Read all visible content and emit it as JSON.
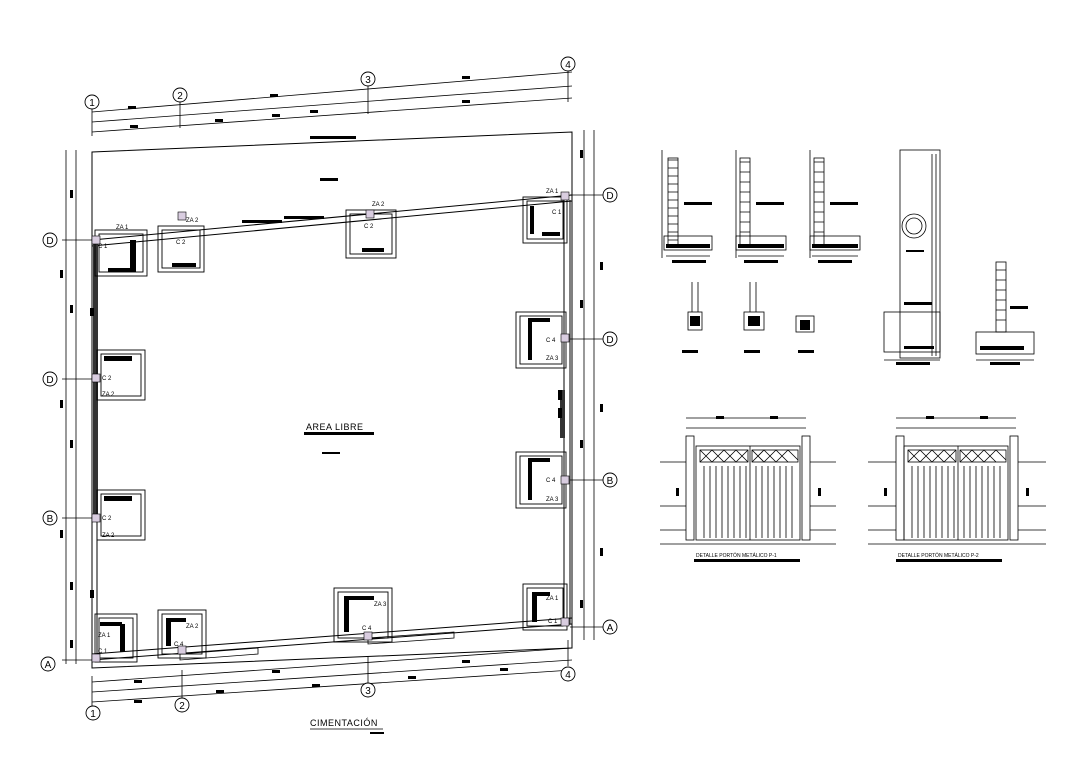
{
  "plan": {
    "title": "CIMENTACIÓN",
    "center_label": "AREA LIBRE",
    "axes_numbers": [
      "1",
      "2",
      "3",
      "4"
    ],
    "axes_letters_left": [
      "D",
      "D",
      "B",
      "A"
    ],
    "axes_letters_right": [
      "D",
      "D",
      "B",
      "A"
    ],
    "footings": [
      {
        "zapata": "ZA 1",
        "column": "C 1"
      },
      {
        "zapata": "ZA 2",
        "column": "C 2"
      },
      {
        "zapata": "ZA 2",
        "column": "C 2"
      },
      {
        "zapata": "ZA 1",
        "column": "C 1"
      },
      {
        "zapata": "ZA 2",
        "column": "C 2"
      },
      {
        "zapata": "ZA 2",
        "column": "C 2"
      },
      {
        "zapata": "ZA 3",
        "column": "C 4"
      },
      {
        "zapata": "ZA 3",
        "column": "C 4"
      },
      {
        "zapata": "ZA 1",
        "column": "C 1"
      },
      {
        "zapata": "ZA 2",
        "column": "C 4"
      },
      {
        "zapata": "ZA 3",
        "column": "C 4"
      },
      {
        "zapata": "ZA 1",
        "column": "C 1"
      }
    ]
  },
  "details": {
    "gate_1_caption": "DETALLE PORTÓN METÁLICO P-1",
    "gate_2_caption": "DETALLE PORTÓN METÁLICO P-2"
  }
}
